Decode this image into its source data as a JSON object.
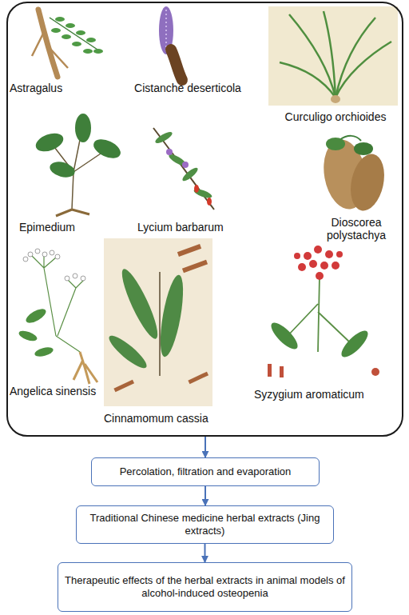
{
  "diagram": {
    "nodes": [
      {
        "text": [
          "Astragalus",
          "Cistanche deserticola",
          "Curculigo orchioides",
          "Epimedium",
          "Lycium barbarum",
          "Dioscorea polystachya",
          "Angelica sinensis",
          "Cinnamomum cassia",
          "Syzygium aromaticum"
        ]
      },
      {
        "text": [
          "Percolation, filtration and evaporation"
        ]
      },
      {
        "text": [
          "Traditional Chinese medicine herbal extracts (Jing extracts)"
        ]
      },
      {
        "text": [
          "Therapeutic effects of the herbal extracts in animal models of alcohol-induced osteopenia"
        ]
      }
    ],
    "edges": [
      {
        "from": 0,
        "to": 1,
        "arrow": "to"
      },
      {
        "from": 1,
        "to": 2,
        "arrow": "to"
      },
      {
        "from": 2,
        "to": 3,
        "arrow": "to"
      }
    ]
  }
}
